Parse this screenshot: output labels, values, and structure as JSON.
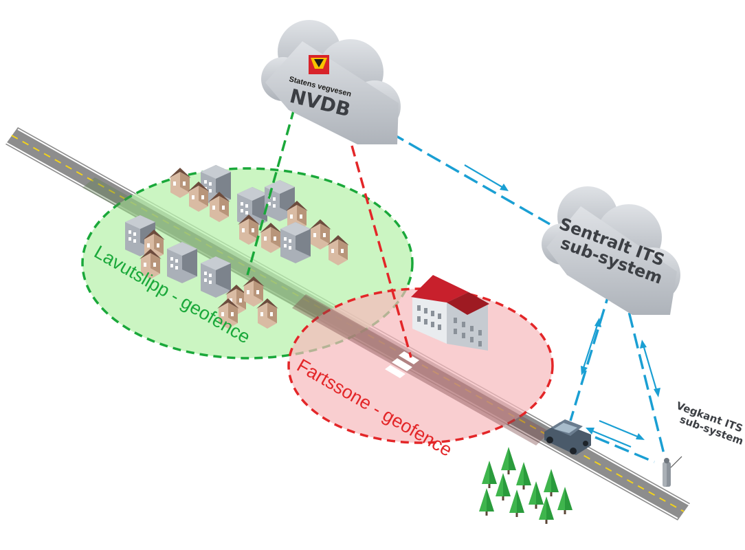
{
  "nvdb_cloud": {
    "org": "Statens vegvesen",
    "title": "NVDB"
  },
  "central_cloud": {
    "line1": "Sentralt ITS",
    "line2": "sub-system"
  },
  "roadside": {
    "line1": "Vegkant ITS",
    "line2": "sub-system"
  },
  "zones": {
    "green_label": "Lavutslipp - geofence",
    "red_label": "Fartssone - geofence"
  },
  "colors": {
    "green_zone_fill": "#c9f5c1",
    "green_zone_line": "#1aa83a",
    "red_zone_fill": "#f9c7c9",
    "red_zone_line": "#e32628",
    "blue_link": "#1a9fd3",
    "road": "#8a8a8a",
    "cloud": "#c5c9ce",
    "logo_red": "#d8232a",
    "logo_yellow": "#f8c300"
  }
}
